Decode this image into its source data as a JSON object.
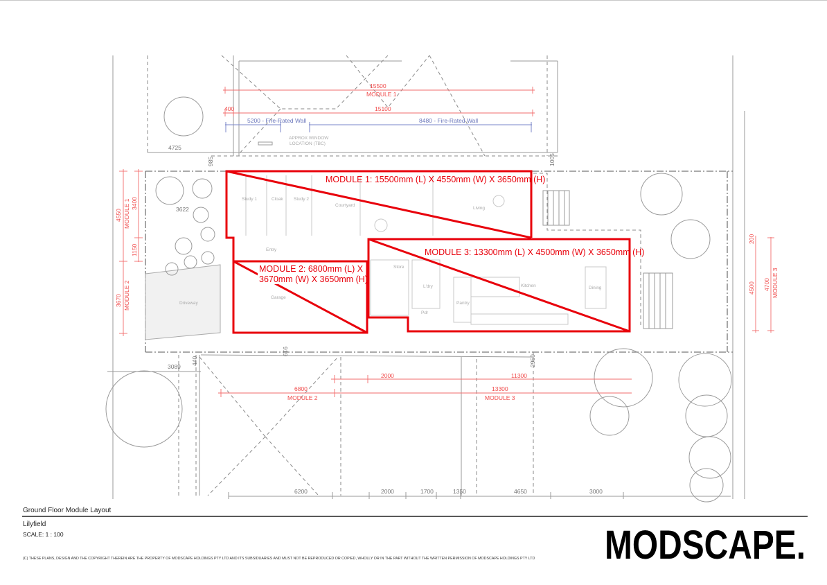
{
  "modules": {
    "m1": "MODULE 1: 15500mm (L) X 4550mm (W) X 3650mm (H)",
    "m2_line1": "MODULE 2: 6800mm (L) X",
    "m2_line2": "3670mm (W) X 3650mm (H)",
    "m3": "MODULE 3: 13300mm (L) X 4500mm (W) X 3650mm (H)",
    "color": "#e8000b"
  },
  "dimensions": {
    "top_15500": "15500",
    "top_module1": "MODULE 1",
    "top_400": "400",
    "top_15100": "15100",
    "fire_wall_1": "5200 - Fire-Rated Wall",
    "fire_wall_2": "8480 - Fire-Rated Wall",
    "approx_window_1": "APPROX WINDOW",
    "approx_window_2": "LOCATION (TBC)",
    "d4725": "4725",
    "d985": "985",
    "d1005": "1005",
    "left_4550": "4550",
    "left_module1": "MODULE 1",
    "left_3400": "3400",
    "left_1150": "1150",
    "left_3670": "3670",
    "left_module2": "MODULE 2",
    "d3622": "3622",
    "d919": "919",
    "right_200": "200",
    "right_4500": "4500",
    "right_4700": "4700",
    "right_module3": "MODULE 3",
    "d3089": "3089",
    "d440": "440",
    "d2950": "2950",
    "bot_2000": "2000",
    "bot_11300": "11300",
    "bot_6800": "6800",
    "bot_module2": "MODULE 2",
    "bot_13300": "13300",
    "bot_module3": "MODULE 3",
    "base_6200": "6200",
    "base_2000": "2000",
    "base_1700": "1700",
    "base_1350": "1350",
    "base_4650": "4650",
    "base_3000": "3000"
  },
  "rooms": {
    "study1": "Study 1",
    "cloak": "Cloak",
    "study2": "Study 2",
    "courtyard": "Courtyard",
    "living": "Living",
    "entry": "Entry",
    "garage": "Garage",
    "driveway": "Driveway",
    "store": "Store",
    "laundry": "L'dry",
    "pantry": "Pantry",
    "kitchen": "Kitchen",
    "dining": "Dining",
    "powder": "Pdr"
  },
  "titleblock": {
    "drawing_title": "Ground Floor Module Layout",
    "project": "Lilyfield",
    "scale": "SCALE:  1 : 100",
    "copyright": "(C) THESE PLANS, DESIGN AND THE COPYRIGHT THEREIN ARE THE PROPERTY OF MODSCAPE HOLDINGS PTY LTD AND ITS SUBSIDUARIES AND MUST NOT BE REPRODUCED OR COPIED, WHOLLY OR IN THE PART WITHOUT THE WRITTEN PERMISSION OF MODSCAPE HOLDINGS PTY LTD",
    "logo": "MODSCAPE."
  }
}
